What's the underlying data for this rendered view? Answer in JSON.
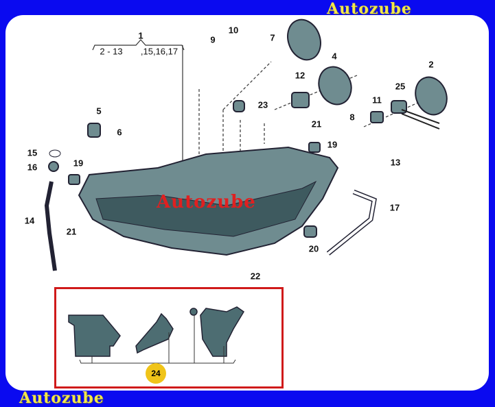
{
  "brand_top": "Autozube",
  "brand_bottom": "Autozube",
  "watermark": "Autozube",
  "group_label": {
    "number": "1",
    "range": "2 - 13",
    ",rest": ",15,16,17"
  },
  "callouts": {
    "c2": "2",
    "c4": "4",
    "c5": "5",
    "c6": "6",
    "c7": "7",
    "c8": "8",
    "c9": "9",
    "c10": "10",
    "c11": "11",
    "c12": "12",
    "c13": "13",
    "c14": "14",
    "c15": "15",
    "c16": "16",
    "c17": "17",
    "c19a": "19",
    "c19b": "19",
    "c20": "20",
    "c21a": "21",
    "c21b": "21",
    "c22": "22",
    "c23": "23",
    "c25": "25"
  },
  "bracket_kit": "24",
  "colors": {
    "background": "#0a0af0",
    "brand": "#f2e64a",
    "watermark": "#e02020",
    "highlight_box": "#d01a1a",
    "badge": "#f0c419",
    "part": "#4d6d72"
  }
}
